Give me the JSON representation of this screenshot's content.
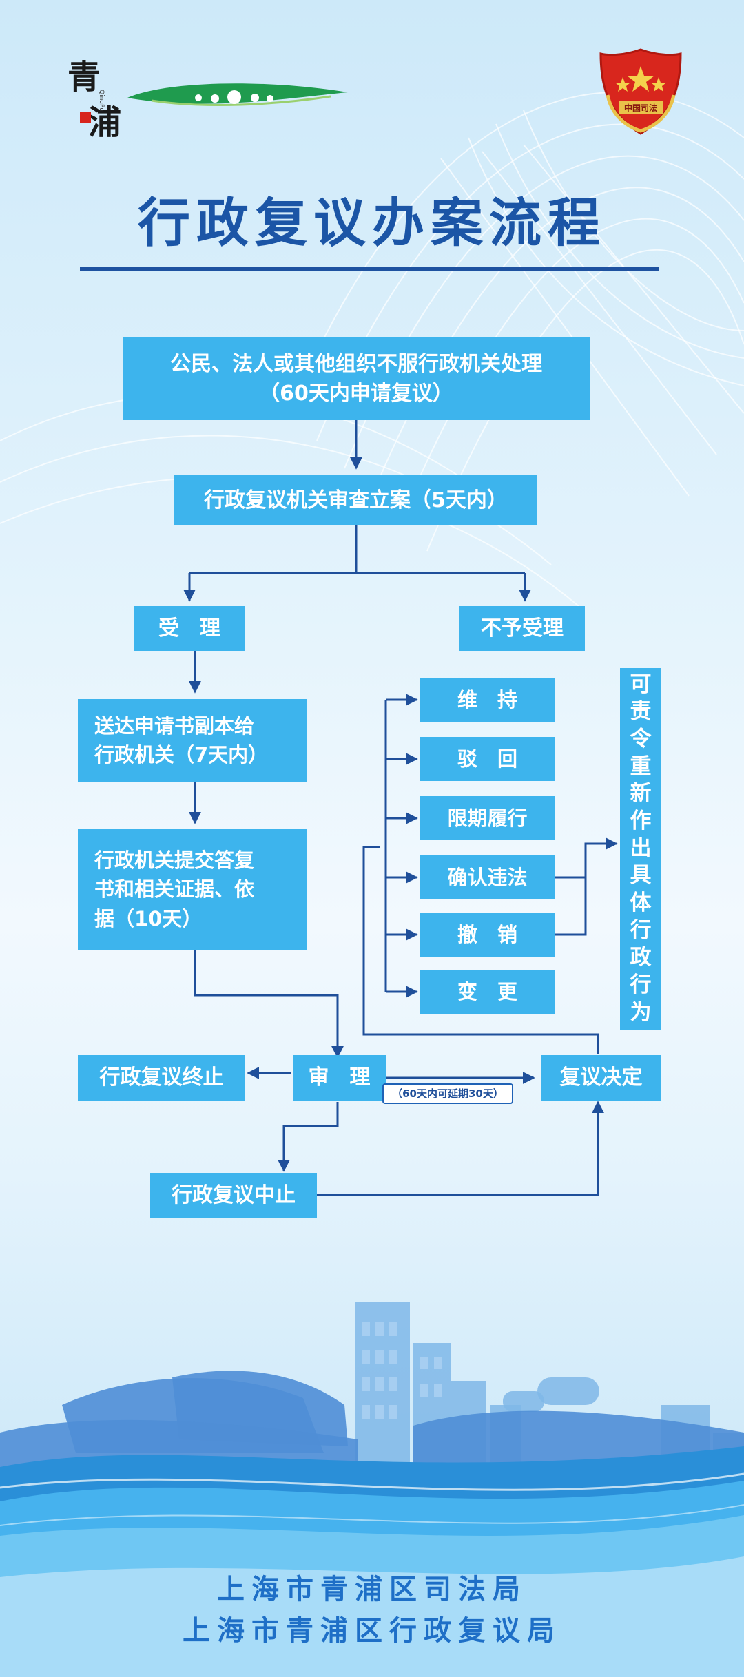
{
  "title": "行政复议办案流程",
  "logo": {
    "char1": "青",
    "char2": "浦",
    "pinyin": "QingPu"
  },
  "emblem": {
    "label": "中国司法"
  },
  "steps": {
    "apply": {
      "line1": "公民、法人或其他组织不服行政机关处理",
      "line2": "（60天内申请复议）"
    },
    "review": "行政复议机关审查立案（5天内）",
    "accept": "受　理",
    "reject": "不予受理",
    "deliver": {
      "line1": "送达申请书副本给",
      "line2": "行政机关（7天内）"
    },
    "submit": {
      "line1": "行政机关提交答复",
      "line2": "书和相关证据、依",
      "line3": "据（10天）"
    },
    "trial": "审　理",
    "terminate": "行政复议终止",
    "suspend": "行政复议中止",
    "decision": "复议决定",
    "deadline_note": "（60天内可延期30天）"
  },
  "outcomes": [
    "维　持",
    "驳　回",
    "限期履行",
    "确认违法",
    "撤　销",
    "变　更"
  ],
  "side_note": [
    "可",
    "责",
    "令",
    "重",
    "新",
    "作",
    "出",
    "具",
    "体",
    "行",
    "政",
    "行",
    "为"
  ],
  "footer": {
    "line1": "上海市青浦区司法局",
    "line2": "上海市青浦区行政复议局"
  },
  "colors": {
    "box": "#3db4ed",
    "arrow": "#1f4f9a",
    "title": "#1b55a6",
    "footer": "#1e6fc7"
  }
}
